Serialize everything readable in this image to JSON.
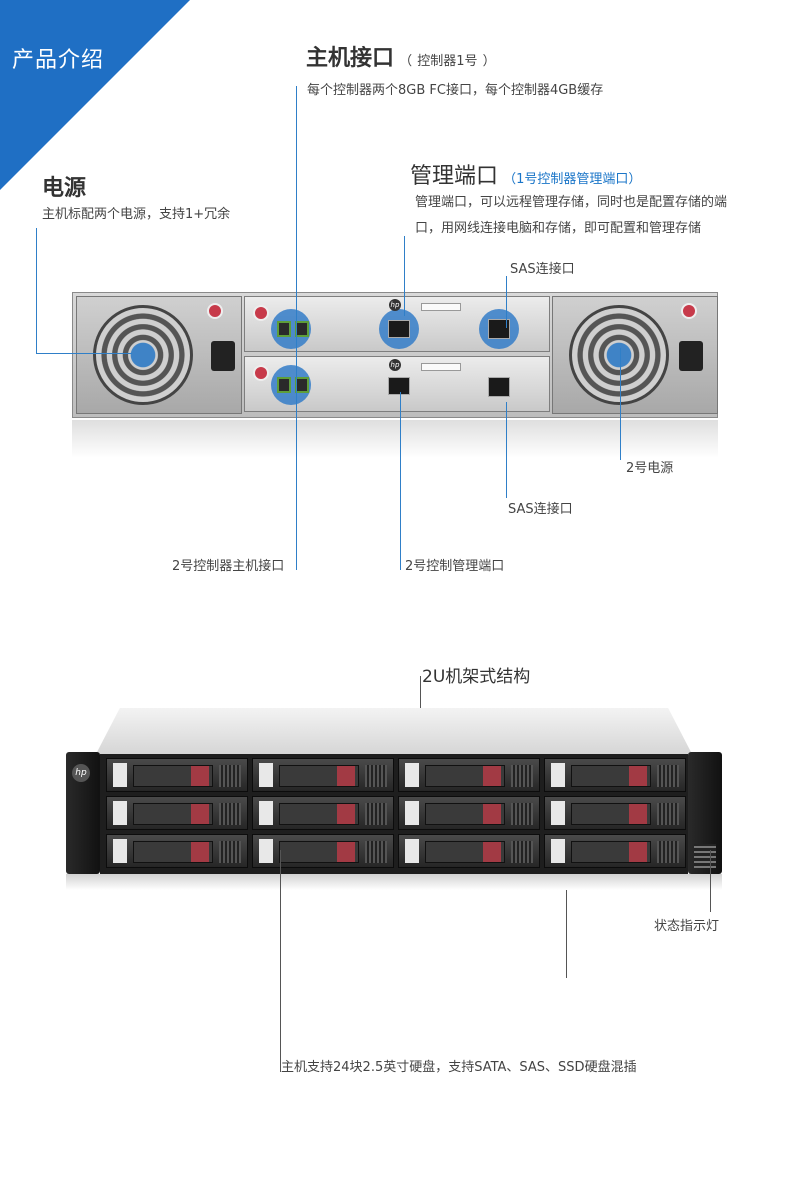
{
  "section": {
    "label": "产品介绍"
  },
  "colors": {
    "accent": "#1a75c8",
    "corner_blue": "#1f6fc4"
  },
  "host_port": {
    "title": "主机接口",
    "paren_left": "（",
    "sub": "控制器1号",
    "paren_right": "）",
    "desc": "每个控制器两个8GB FC接口，每个控制器4GB缓存"
  },
  "power": {
    "title": "电源",
    "desc": "主机标配两个电源，支持1+冗余"
  },
  "mgmt_port": {
    "title": "管理端口",
    "sub": "（1号控制器管理端口）",
    "desc_line1": "管理端口，可以远程管理存储，同时也是配置存储的端",
    "desc_line2": "口，用网线连接电脑和存储，即可配置和管理存储"
  },
  "labels": {
    "sas_top": "SAS连接口",
    "psu2": "2号电源",
    "sas_bottom": "SAS连接口",
    "ctrl2_host": "2号控制器主机接口",
    "ctrl2_mgmt": "2号控制管理端口",
    "chassis_2u": "2U机架式结构",
    "status_led": "状态指示灯",
    "disk_support": "主机支持24块2.5英寸硬盘，支持SATA、SAS、SSD硬盘混插"
  },
  "icons": {
    "vendor_logo": "hp-logo"
  }
}
